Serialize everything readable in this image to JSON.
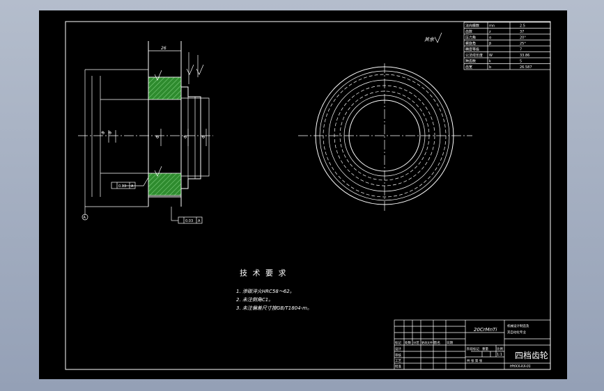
{
  "tech_req": {
    "title": "技 术 要 求",
    "items": [
      "1. 渗碳淬火HRC58～62。",
      "2. 未注倒角C1。",
      "3. 未注偏差尺寸按GB/T1804-m。"
    ]
  },
  "roughness_note": "其余",
  "title_block": {
    "material": "20CrMnTi",
    "part_name": "四档齿轮",
    "unit_line1": "机械设计制造及",
    "unit_line2": "其自动化专业",
    "scale_label": "比例",
    "scale_value": "1:1",
    "sheet_label": "共 张 第 张",
    "drawing_no": "HHXX-XX-01",
    "row_labels": [
      "标记",
      "处数",
      "分区",
      "更改文件号",
      "签名",
      "日期"
    ],
    "role_labels": [
      "设计",
      "审核",
      "工艺",
      "批准"
    ],
    "stage_label": "阶段标记",
    "weight_label": "重量"
  },
  "param_table": {
    "rows": [
      [
        "法向模数",
        "mn",
        "2.5"
      ],
      [
        "齿数",
        "z",
        "37"
      ],
      [
        "压力角",
        "α",
        "20°"
      ],
      [
        "螺旋角",
        "β",
        "25°"
      ],
      [
        "精度等级",
        "",
        "7"
      ],
      [
        "公法线长度",
        "W",
        "33.86"
      ],
      [
        "跨齿数",
        "k",
        "5"
      ],
      [
        "齿宽",
        "b",
        "26.587"
      ]
    ]
  },
  "datum": {
    "letter": "A",
    "tol1": "0.03",
    "tol2": "0.03"
  }
}
